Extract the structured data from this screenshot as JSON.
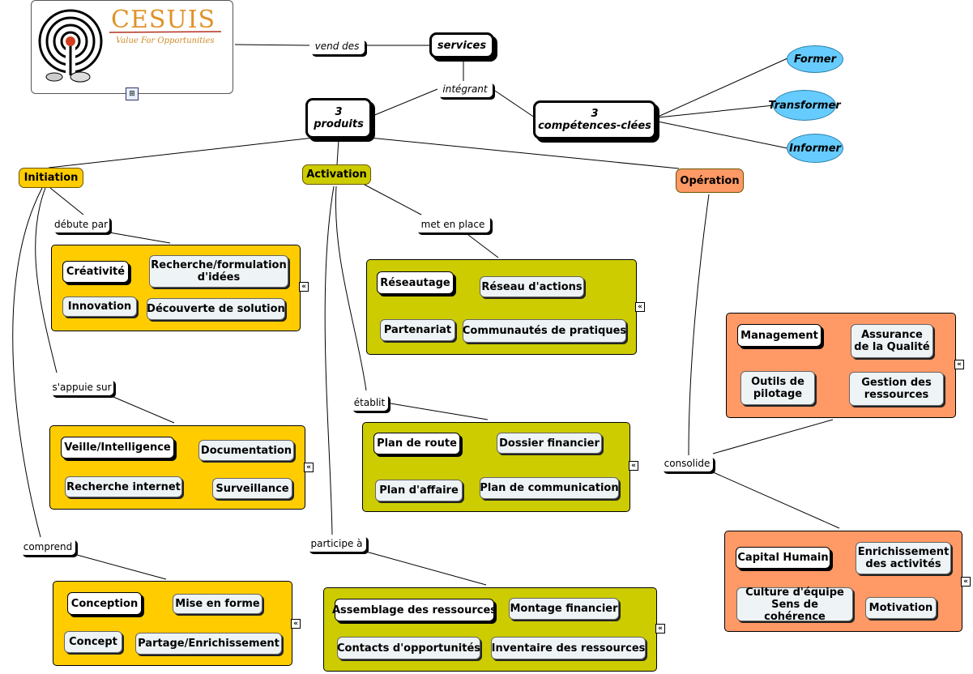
{
  "logo": {
    "title": "CESUIS",
    "subtitle": "Value For Opportunities"
  },
  "top": {
    "services": "services",
    "produits": [
      "3",
      "produits"
    ],
    "competences": [
      "3",
      "compétences-clées"
    ],
    "links": {
      "vend_des": "vend des",
      "integrant": "intégrant"
    },
    "skills": [
      "Former",
      "Transformer",
      "Informer"
    ]
  },
  "categories": {
    "initiation": "Initiation",
    "activation": "Activation",
    "operation": "Opération"
  },
  "links": {
    "debute_par": "débute par",
    "s_appuie_sur": "s'appuie sur",
    "comprend": "comprend",
    "met_en_place": "met en place",
    "etablit": "établit",
    "participe_a": "participe à",
    "consolide": "consolide"
  },
  "groups": {
    "creativite": {
      "root": "Créativité",
      "items": [
        "Recherche/formulation d'idées",
        "Innovation",
        "Découverte de solution"
      ]
    },
    "veille": {
      "root": "Veille/Intelligence",
      "items": [
        "Documentation",
        "Recherche internet",
        "Surveillance"
      ]
    },
    "conception": {
      "root": "Conception",
      "items": [
        "Mise en forme",
        "Concept",
        "Partage/Enrichissement"
      ]
    },
    "reseautage": {
      "root": "Réseautage",
      "items": [
        "Réseau d'actions",
        "Partenariat",
        "Communautés de pratiques"
      ]
    },
    "plan": {
      "root": "Plan de route",
      "items": [
        "Dossier financier",
        "Plan d'affaire",
        "Plan de communication"
      ]
    },
    "assemblage": {
      "root": "Assemblage des ressources",
      "items": [
        "Montage financier",
        "Contacts d'opportunités",
        "Inventaire des ressources"
      ]
    },
    "management": {
      "root": "Management",
      "items": [
        "Assurance de la Qualité",
        "Outils de pilotage",
        "Gestion des ressources"
      ]
    },
    "capital": {
      "root": "Capital Humain",
      "items": [
        "Enrichissement des activités",
        "Culture d'équipe Sens de cohérence",
        "Motivation"
      ]
    }
  },
  "colors": {
    "initiation": "#ffcc00",
    "activation": "#cccc00",
    "operation": "#ff9966",
    "skill": "#66ccff"
  },
  "icons": {
    "collapse": "double-chevron-left-icon",
    "map": "sitemap-icon"
  }
}
